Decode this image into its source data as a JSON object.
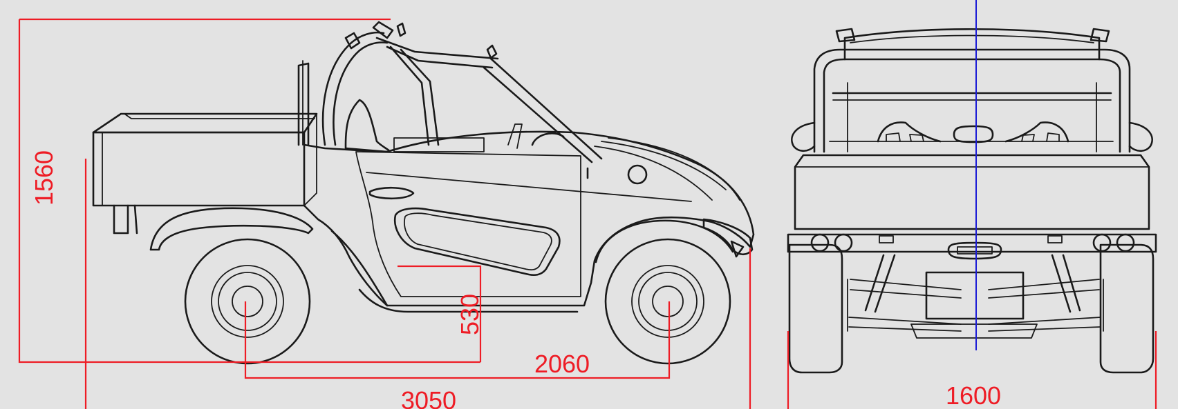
{
  "colors": {
    "background": "#e3e3e3",
    "linework": "#1a1a1a",
    "dimension": "#ee1c25",
    "centerline": "#1b1bd6"
  },
  "dimensions": {
    "overall_height": "1560",
    "ground_clearance": "530",
    "wheelbase": "2060",
    "overall_length": "3050",
    "track_width": "1600"
  }
}
